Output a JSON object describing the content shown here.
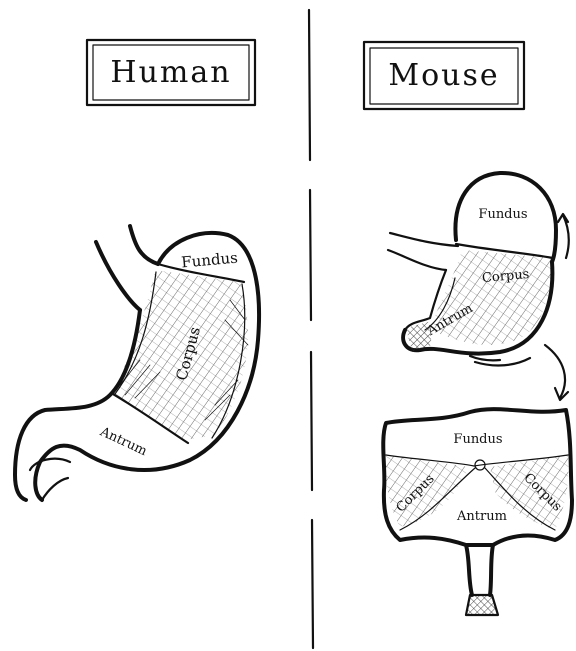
{
  "titles": {
    "left": "Human",
    "right": "Mouse"
  },
  "human": {
    "fundus": "Fundus",
    "corpus": "Corpus",
    "antrum": "Antrum"
  },
  "mouse_top": {
    "fundus": "Fundus",
    "corpus": "Corpus",
    "antrum": "Antrum"
  },
  "mouse_opened": {
    "fundus": "Fundus",
    "corpus_left": "Corpus",
    "corpus_right": "Corpus",
    "antrum": "Antrum"
  }
}
